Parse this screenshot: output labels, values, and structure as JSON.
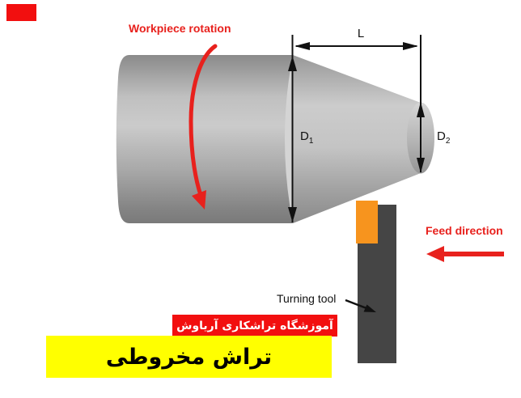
{
  "colors": {
    "accent_red": "#e8211d",
    "banner_red": "#f20f0f",
    "banner_yellow": "#ffff00",
    "tool_orange": "#f7941e",
    "tool_dark": "#454545"
  },
  "labels": {
    "workpiece_rotation": "Workpiece rotation",
    "feed_direction": "Feed direction",
    "turning_tool": "Turning tool",
    "length": "L",
    "d1": {
      "base": "D",
      "sub": "1"
    },
    "d2": {
      "base": "D",
      "sub": "2"
    }
  },
  "banners": {
    "school": {
      "text": "آموزشگاه تراشکاری آریاوش"
    },
    "title": {
      "text": "تراش مخروطی"
    }
  }
}
